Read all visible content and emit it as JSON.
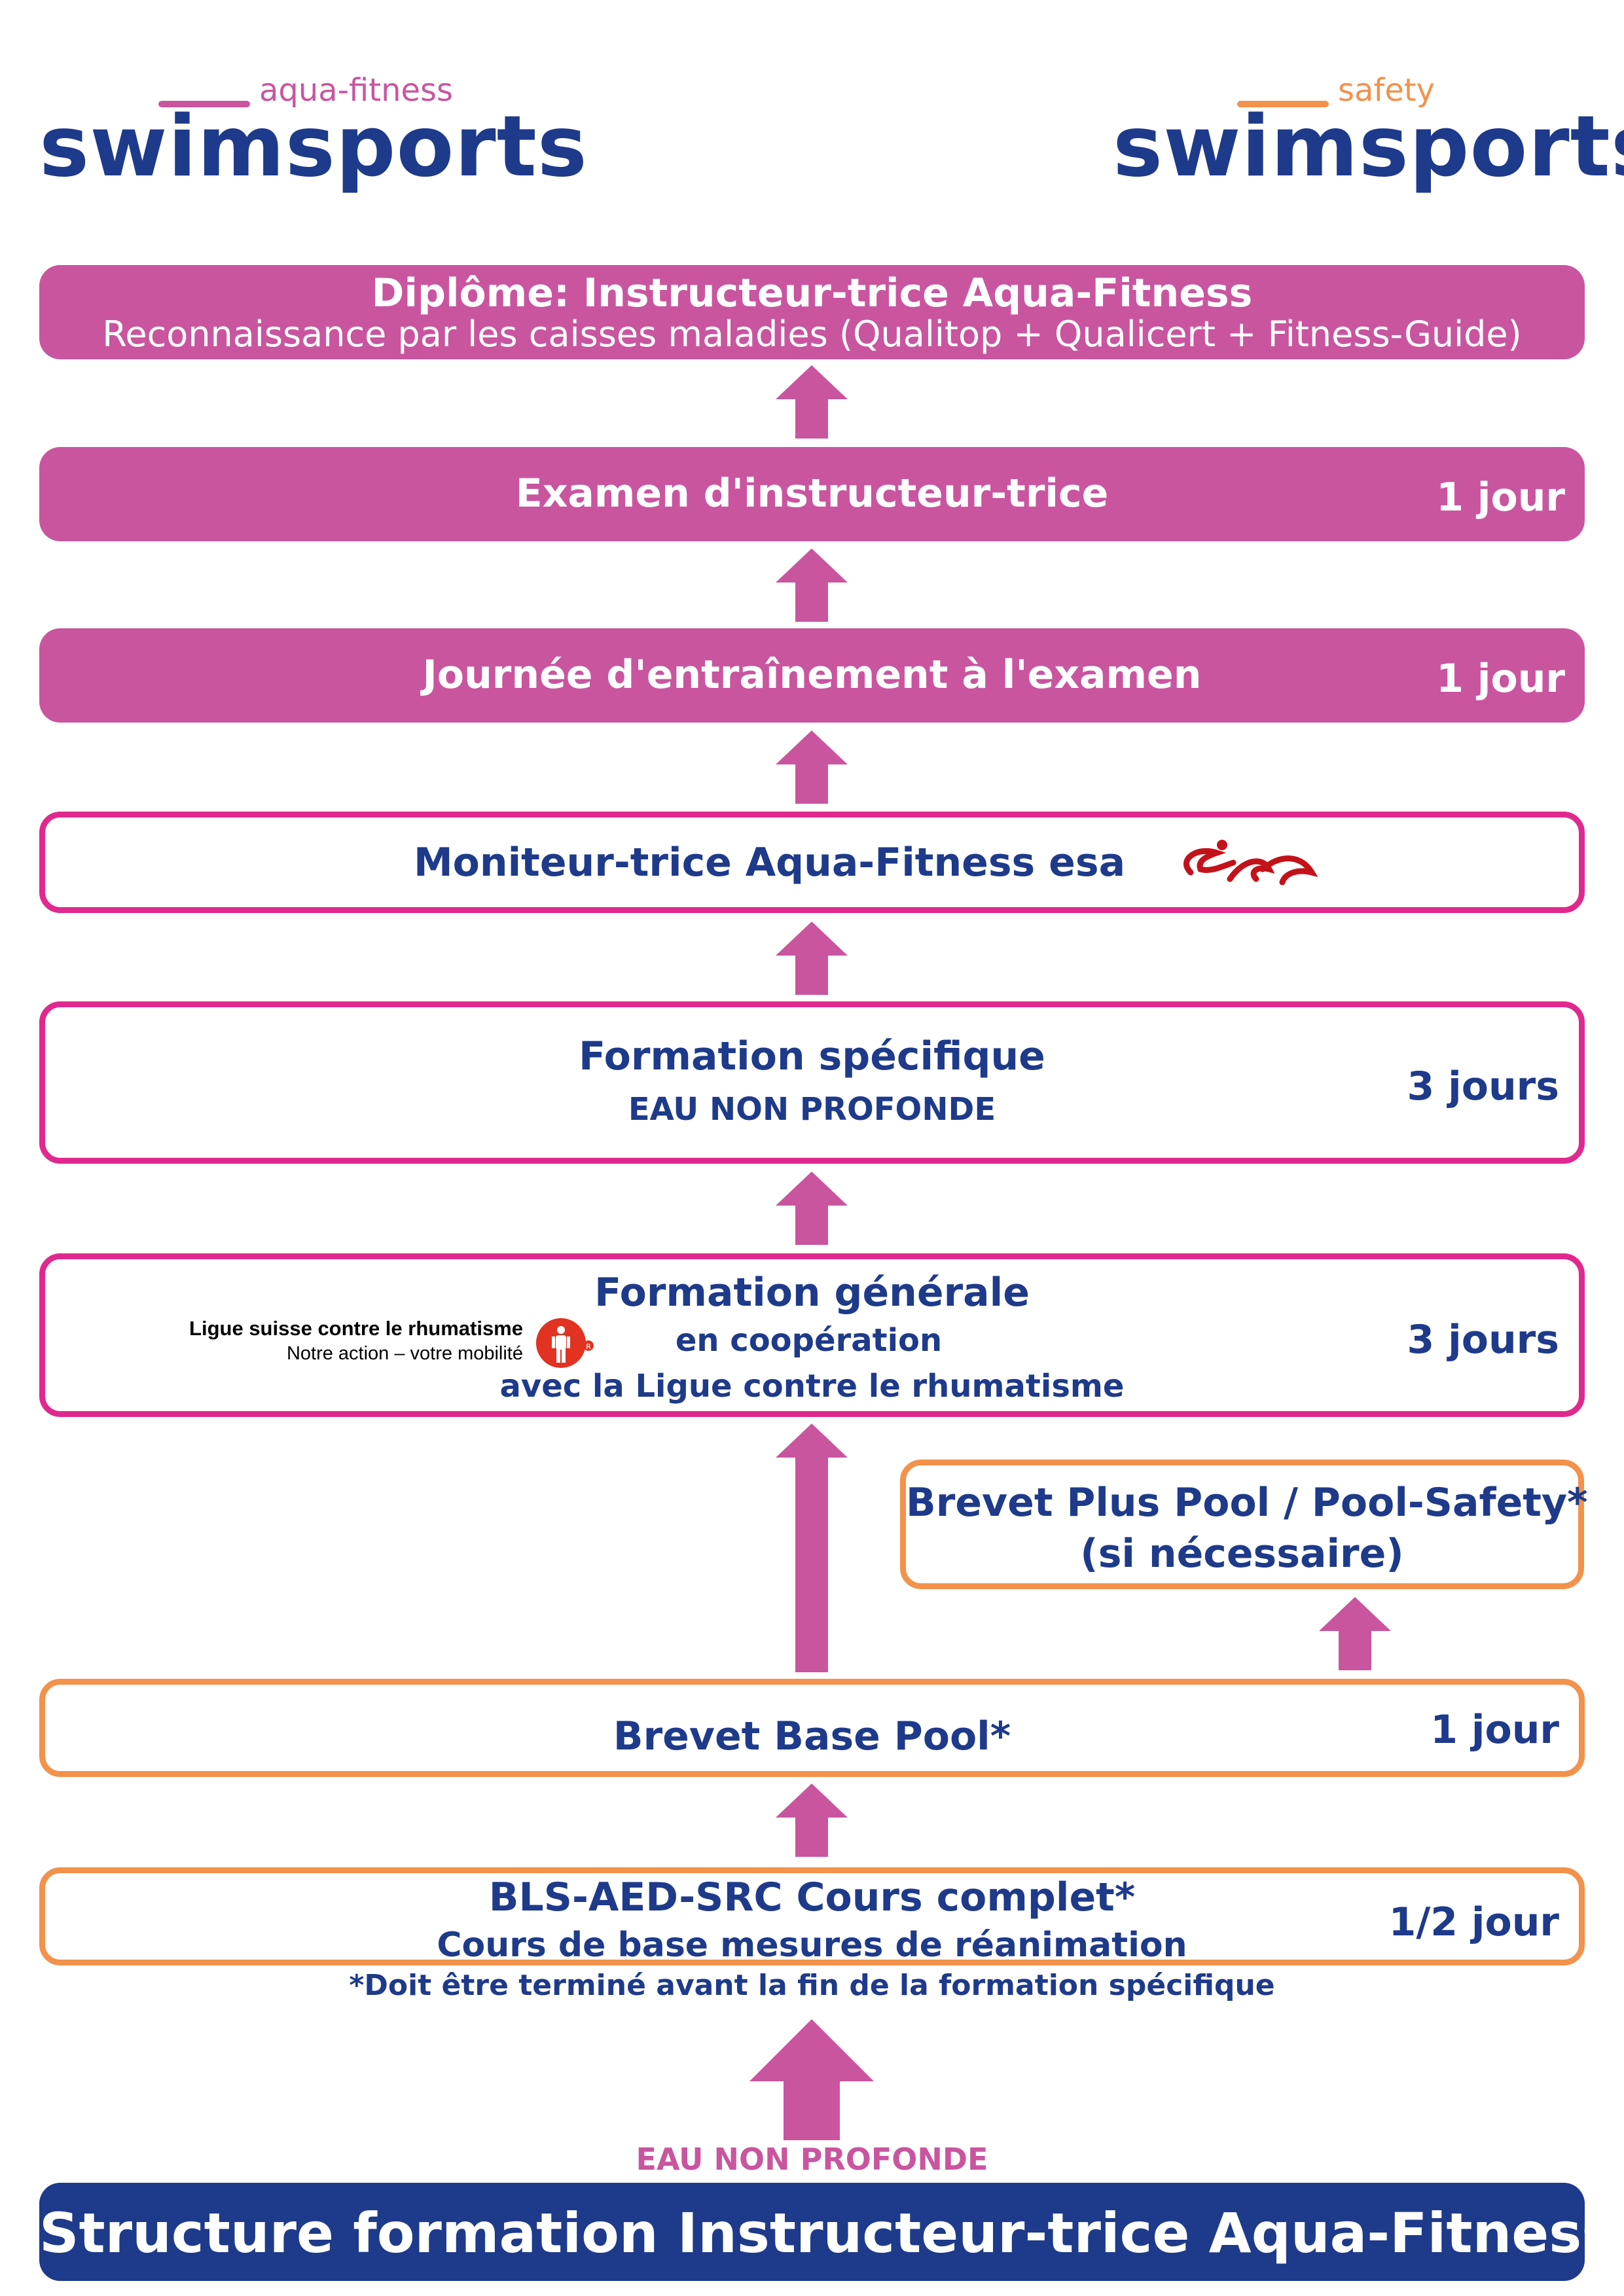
{
  "colors": {
    "pink": "#c9559f",
    "magenta_border": "#e0298e",
    "orange": "#f2924b",
    "navy": "#1e3a8a",
    "esa_red": "#c3121a"
  },
  "logos": {
    "left": {
      "subtitle": "aqua-fitness",
      "wordmark": "swimsports"
    },
    "right": {
      "subtitle": "safety",
      "wordmark": "swimsports"
    }
  },
  "steps": {
    "diploma": {
      "title": "Diplôme: Instructeur-trice Aqua-Fitness",
      "subtitle": "Reconnaissance par les caisses maladies (Qualitop + Qualicert + Fitness-Guide)"
    },
    "exam": {
      "title": "Examen d'instructeur-trice",
      "duration": "1 jour"
    },
    "training_day": {
      "title": "Journée d'entraînement à l'examen",
      "duration": "1 jour"
    },
    "esa": {
      "title": "Moniteur-trice Aqua-Fitness esa",
      "logo_icon": "esa-logo-icon"
    },
    "specific": {
      "title": "Formation spécifique",
      "subtitle": "EAU NON PROFONDE",
      "duration": "3 jours"
    },
    "general": {
      "title": "Formation générale",
      "line2": "en coopération",
      "line3": "avec la Ligue contre le rhumatisme",
      "duration": "3 jours",
      "partner": {
        "name": "Ligue suisse contre le rhumatisme",
        "tagline": "Notre action – votre mobilité",
        "icon": "rheumatism-league-icon"
      }
    },
    "brevet_plus": {
      "title": "Brevet Plus Pool / Pool-Safety*",
      "subtitle": "(si nécessaire)"
    },
    "brevet_base": {
      "title": "Brevet Base Pool*",
      "duration": "1 jour"
    },
    "bls": {
      "title": "BLS-AED-SRC Cours complet*",
      "subtitle": "Cours de base mesures de réanimation",
      "duration": "1/2 jour",
      "note": "*Doit être terminé avant la fin de la formation spécifique"
    }
  },
  "bottom": {
    "label": "EAU NON PROFONDE",
    "banner": "Structure formation Instructeur-trice Aqua-Fitness"
  }
}
